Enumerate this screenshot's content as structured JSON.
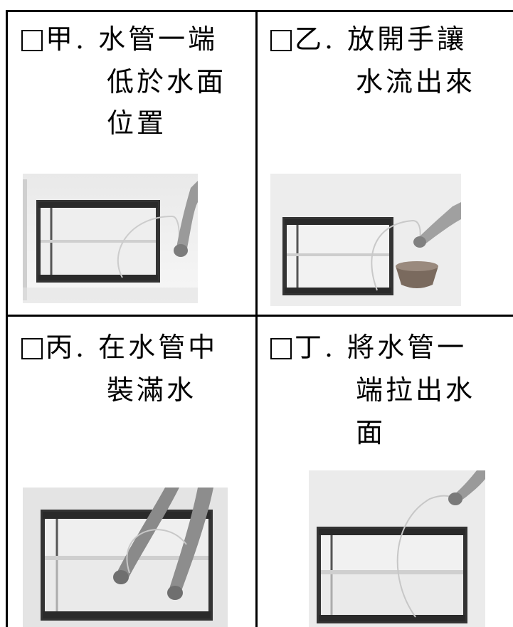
{
  "cells": [
    {
      "id": "jia",
      "lines": [
        "甲. 水管一端",
        "低於水面",
        "位置"
      ],
      "image_desc": "aquarium tank, hose end held outside"
    },
    {
      "id": "yi",
      "lines": [
        "乙. 放開手讓",
        "水流出來"
      ],
      "image_desc": "aquarium tank draining into basin"
    },
    {
      "id": "bing",
      "lines": [
        "丙. 在水管中",
        "裝滿水"
      ],
      "image_desc": "hands filling hose in tank"
    },
    {
      "id": "ding",
      "lines": [
        "丁. 將水管一",
        "端拉出水",
        "面"
      ],
      "image_desc": "hose end pulled out of water"
    }
  ],
  "colors": {
    "border": "#000000",
    "checkbox": "#000000"
  }
}
